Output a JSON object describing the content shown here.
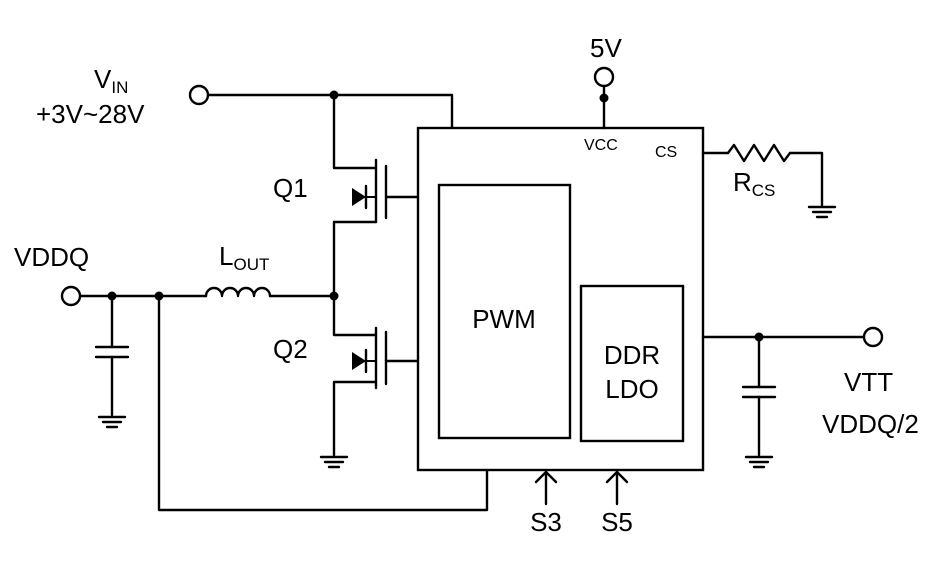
{
  "labels": {
    "vin_main": "V",
    "vin_sub": "IN",
    "vin_range": "+3V~28V",
    "five_v": "5V",
    "vcc": "VCC",
    "cs": "CS",
    "rcs_main": "R",
    "rcs_sub": "CS",
    "q1": "Q1",
    "q2": "Q2",
    "vddq": "VDDQ",
    "lout_main": "L",
    "lout_sub": "OUT",
    "pwm": "PWM",
    "ddr": "DDR",
    "ldo": "LDO",
    "vtt": "VTT",
    "vtt_value": "VDDQ/2",
    "s3": "S3",
    "s5": "S5"
  }
}
